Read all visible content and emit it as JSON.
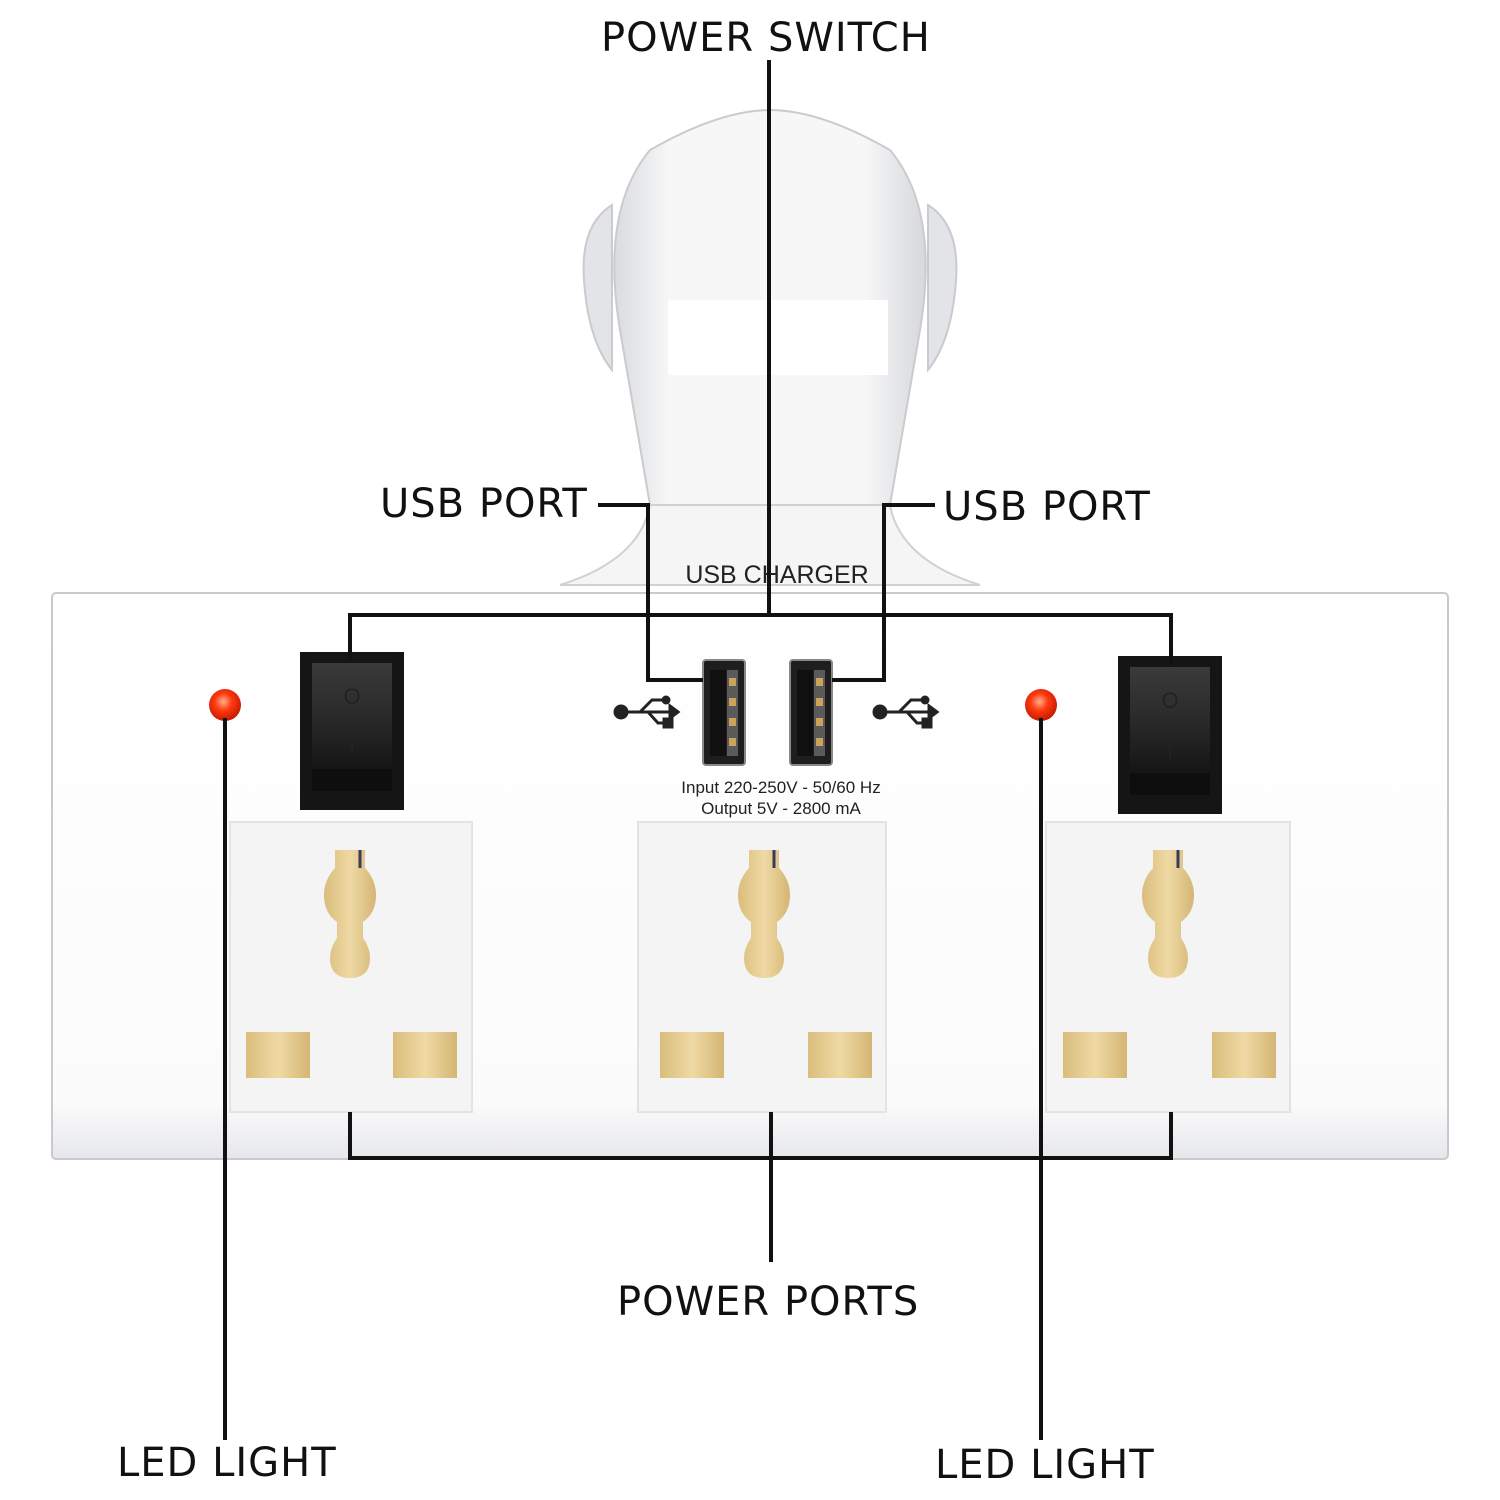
{
  "labels": {
    "power_switch": "POWER SWITCH",
    "usb_port_left": "USB PORT",
    "usb_port_right": "USB PORT",
    "power_ports": "POWER PORTS",
    "led_light_left": "LED LIGHT",
    "led_light_right": "LED LIGHT"
  },
  "panel": {
    "usb_charger": "USB CHARGER",
    "input_spec": "Input 220-250V - 50/60 Hz",
    "output_spec": "Output 5V - 2800 mA",
    "switch_on_mark": "I",
    "switch_off_mark": "O"
  },
  "colors": {
    "led": "#ff3a10",
    "brass": "#e8cf96",
    "switch": "#1c1c1c",
    "leader": "#111111"
  }
}
